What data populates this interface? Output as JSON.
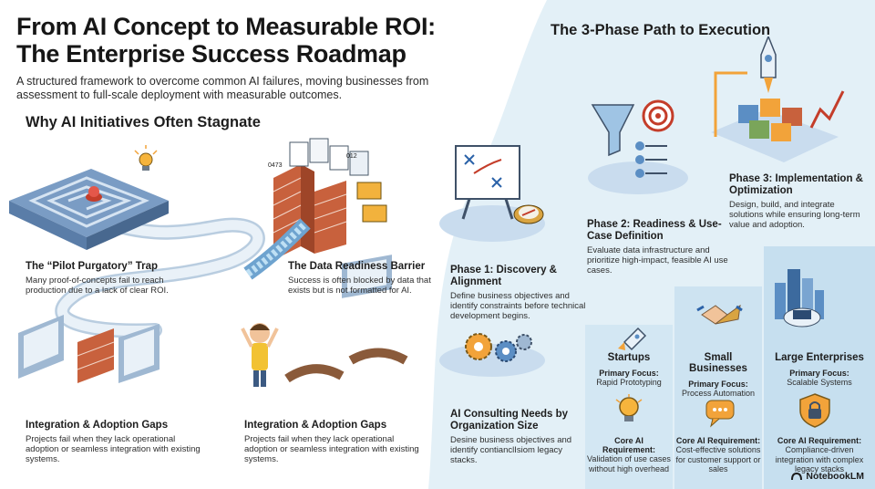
{
  "header": {
    "title_line1": "From AI Concept to Measurable ROI:",
    "title_line2": "The Enterprise Success Roadmap",
    "subtitle": "A structured framework to overcome common AI failures, moving businesses from assessment to full-scale deployment with measurable outcomes."
  },
  "left": {
    "heading": "Why AI Initiatives Often Stagnate",
    "doc_labels": [
      "0473",
      "012"
    ],
    "items": [
      {
        "title": "The “Pilot Purgatory” Trap",
        "desc": "Many proof-of-concepts fail to reach production due to a lack of clear ROI."
      },
      {
        "title": "The Data Readiness Barrier",
        "desc": "Success is often blocked by data that exists but is not formatted for AI."
      },
      {
        "title": "Integration & Adoption Gaps",
        "desc": "Projects fail when they lack operational adoption or seamless integration with existing systems."
      },
      {
        "title": "Integration & Adoption Gaps",
        "desc": "Projects fail when they lack operational adoption or seamless integration with existing systems."
      }
    ]
  },
  "right": {
    "heading": "The 3-Phase Path to Execution",
    "phases": [
      {
        "title": "Phase 1: Discovery & Alignment",
        "desc": "Define business objectives and identify constraints before technical development begins."
      },
      {
        "title": "Phase 2: Readiness & Use-Case Definition",
        "desc": "Evaluate data infrastructure and prioritize high-impact, feasible AI use cases."
      },
      {
        "title": "Phase 3: Implementation & Optimization",
        "desc": "Design, build, and integrate solutions while ensuring long-term value and adoption."
      }
    ],
    "consulting": {
      "title": "AI Consulting Needs by Organization Size",
      "desc": "Desine business objectives and identify contianclIsiom legacy stacks."
    },
    "orgs": [
      {
        "name": "Startups",
        "focus_label": "Primary Focus:",
        "focus": "Rapid Prototyping",
        "req_label": "Core AI Requirement:",
        "req": "Validation of use cases without high overhead"
      },
      {
        "name": "Small Businesses",
        "focus_label": "Primary Focus:",
        "focus": "Process Automation",
        "req_label": "Core AI Requirement:",
        "req": "Cost-effective solutions for customer support or sales"
      },
      {
        "name": "Large Enterprises",
        "focus_label": "Primary Focus:",
        "focus": "Scalable Systems",
        "req_label": "Core AI Requirement:",
        "req": "Compliance-driven integration with complex legacy stacks"
      }
    ]
  },
  "footer": {
    "brand": "NotebookLM"
  },
  "colors": {
    "panel_blue": "#dfeef6",
    "column_blue": "#d3e7f3",
    "brick": "#c8613d",
    "platform": "#c9dcee",
    "accent_orange": "#f2a33a",
    "ink": "#1d1d1d"
  }
}
